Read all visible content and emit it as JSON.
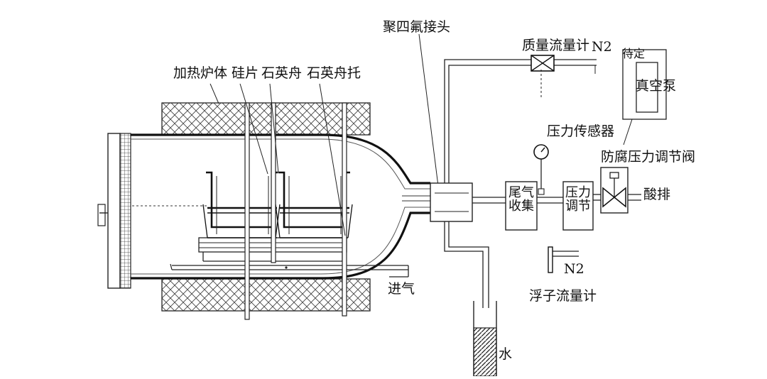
{
  "labels": {
    "furnace_body": "加热炉体",
    "silicon_wafer": "硅片",
    "quartz_boat": "石英舟",
    "quartz_boat_holder": "石英舟托",
    "ptfe_connector": "聚四氟接头",
    "mass_flow_meter": "质量流量计",
    "n2_top": "N2",
    "pending": "待定",
    "vacuum_pump": "真空泵",
    "pressure_sensor": "压力传感器",
    "anticorrosion_valve": "防腐压力调节阀",
    "tail_gas_collect": "尾气收集",
    "pressure_regulate": "压力调节",
    "acid_exhaust": "酸排",
    "n2_bottom": "N2",
    "float_flow_meter": "浮子流量计",
    "gas_inlet": "进气",
    "water": "水"
  },
  "colors": {
    "line": "#1a1a1a",
    "hatch": "#333333",
    "water": "#2a2a2a"
  }
}
